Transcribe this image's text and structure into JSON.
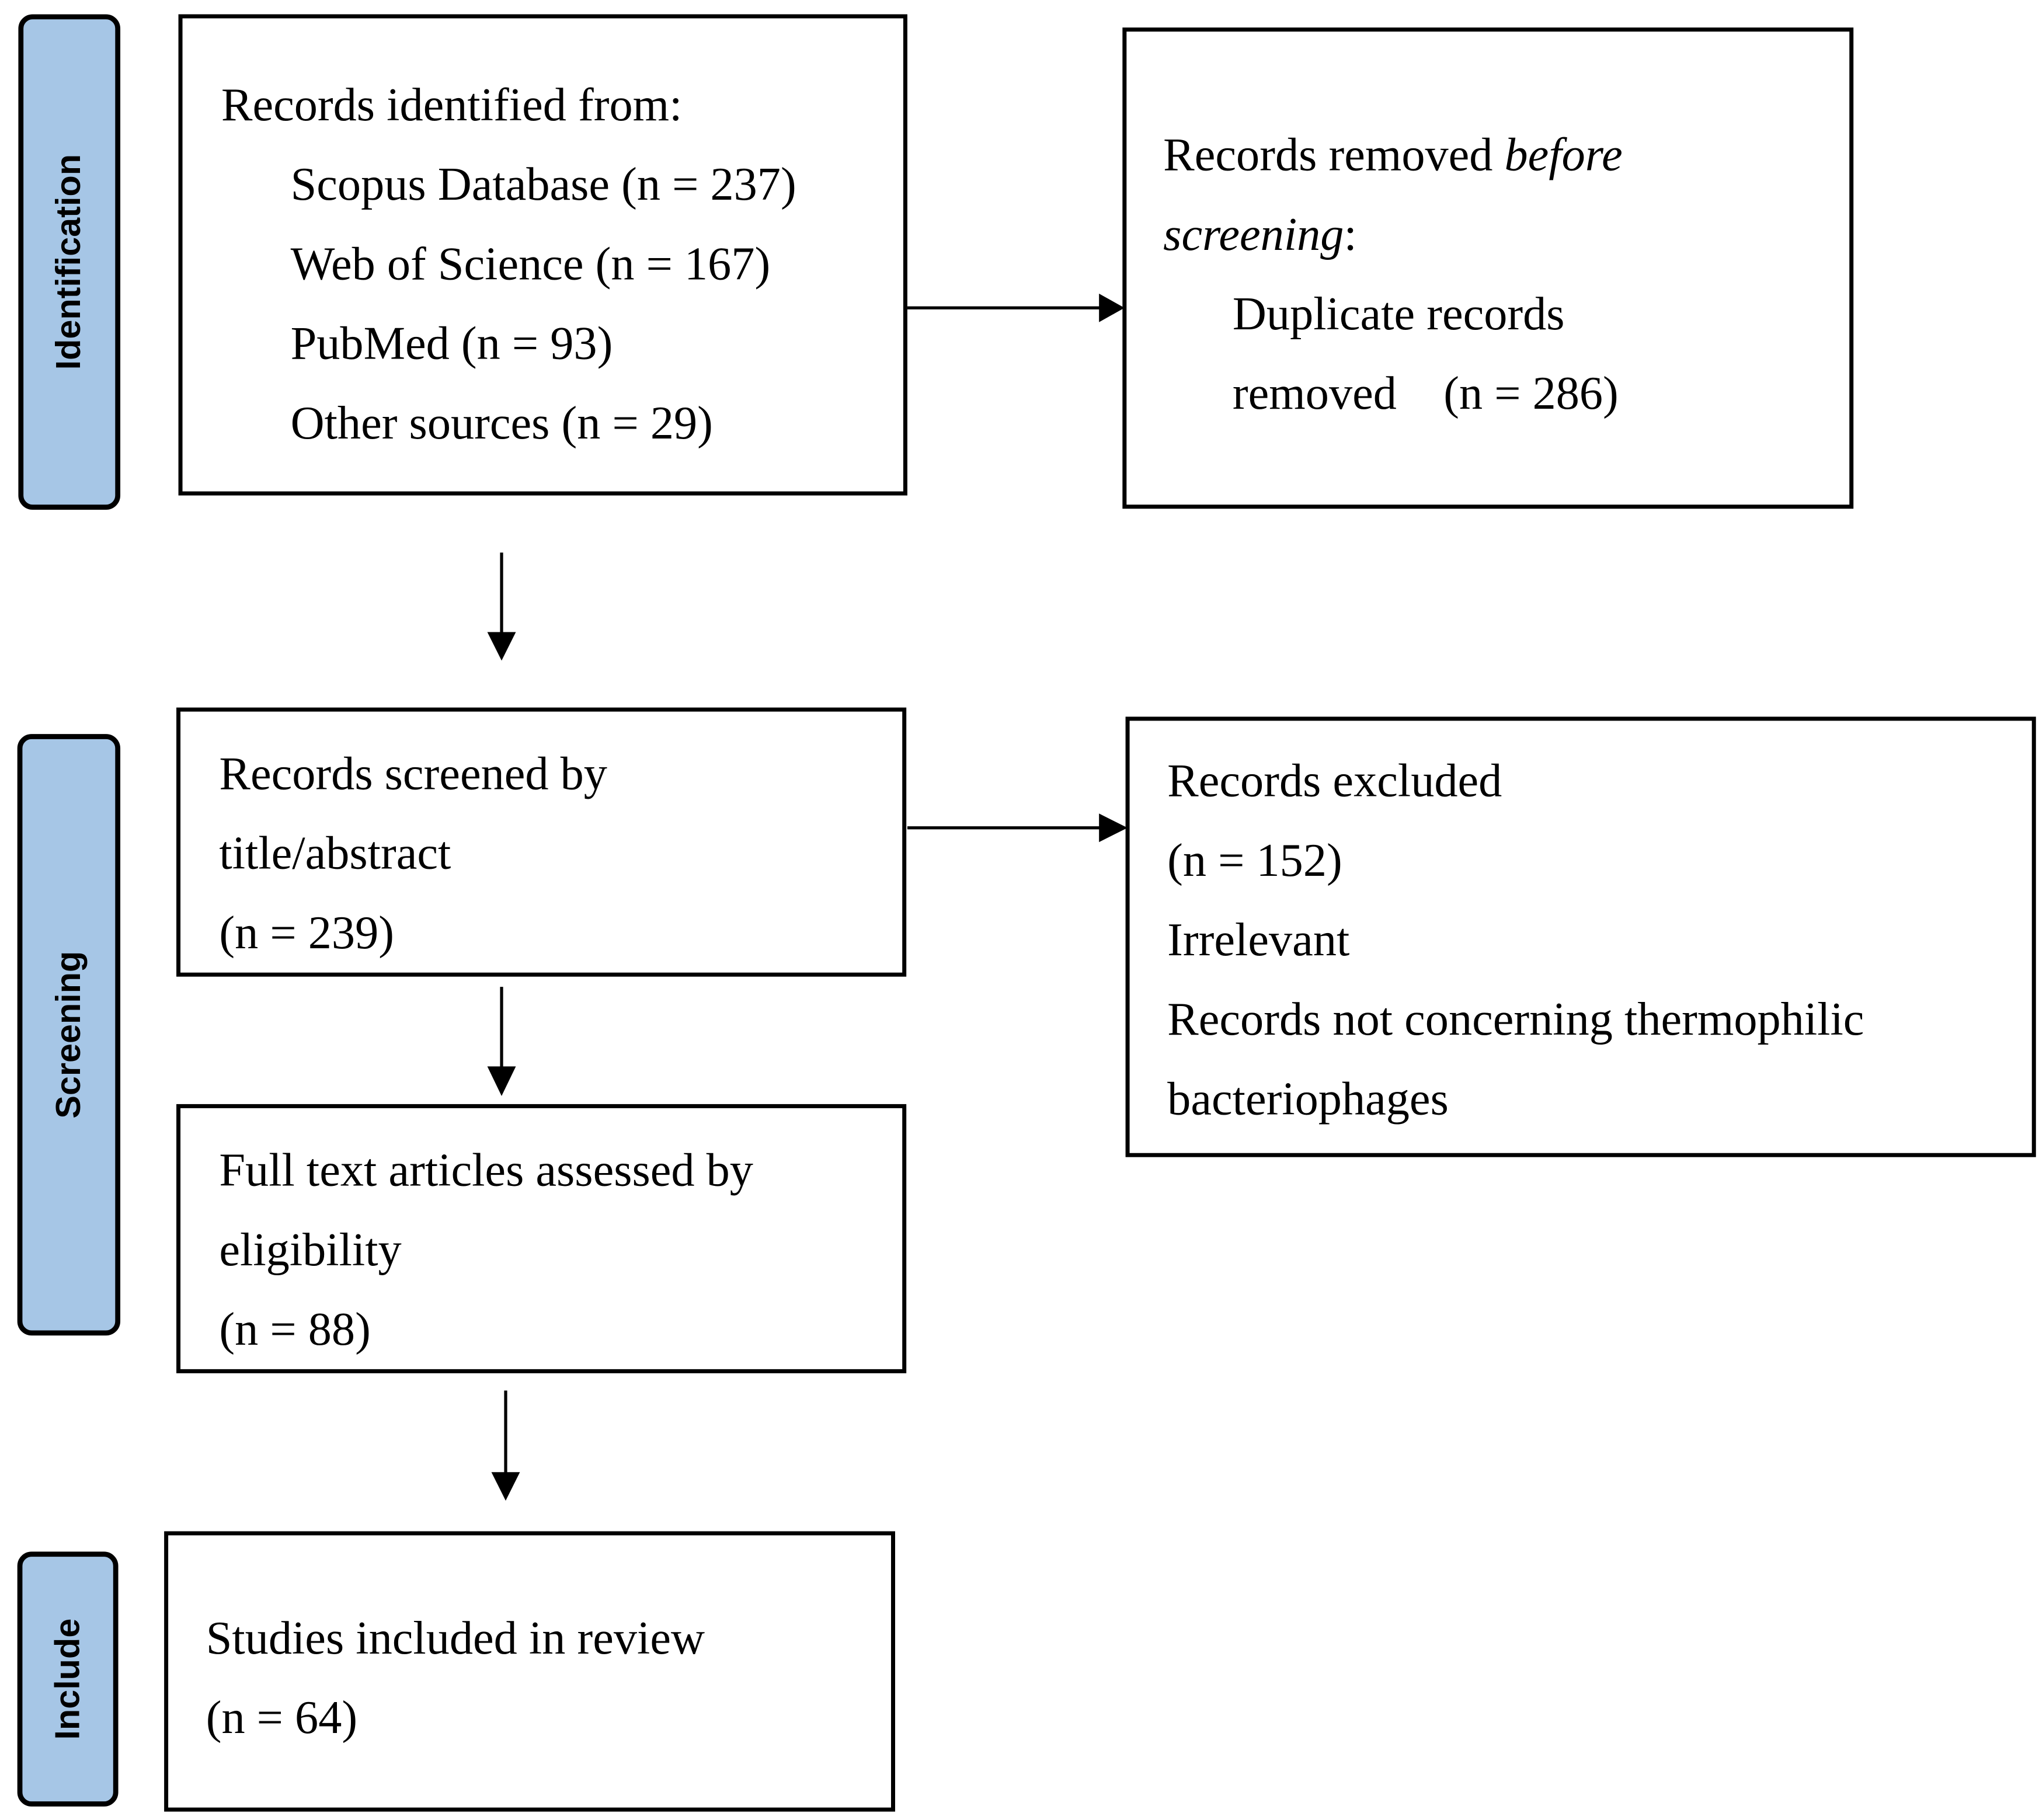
{
  "phases": {
    "identification": "Identification",
    "screening": "Screening",
    "include": "Include"
  },
  "identified": {
    "heading": "Records identified from:",
    "sources": [
      "Scopus Database (n = 237)",
      "Web of Science (n = 167)",
      "PubMed (n = 93)",
      "Other sources (n = 29)"
    ]
  },
  "removed": {
    "line1_prefix": "Records removed ",
    "line1_italic": "before",
    "line2_italic": "screening",
    "line2_suffix": ":",
    "detail1": "Duplicate records",
    "detail2": "removed    (n = 286)"
  },
  "screened": {
    "line1": "Records screened by",
    "line2": "title/abstract",
    "line3": "(n = 239)"
  },
  "excluded": {
    "line1": "Records excluded",
    "line2": "(n = 152)",
    "line3": "Irrelevant",
    "line4": "Records not concerning thermophilic",
    "line5": "bacteriophages"
  },
  "fulltext": {
    "line1": "Full text articles assessed by",
    "line2": "eligibility",
    "line3": "(n = 88)"
  },
  "included": {
    "line1": "Studies included in review",
    "line2": "(n = 64)"
  }
}
